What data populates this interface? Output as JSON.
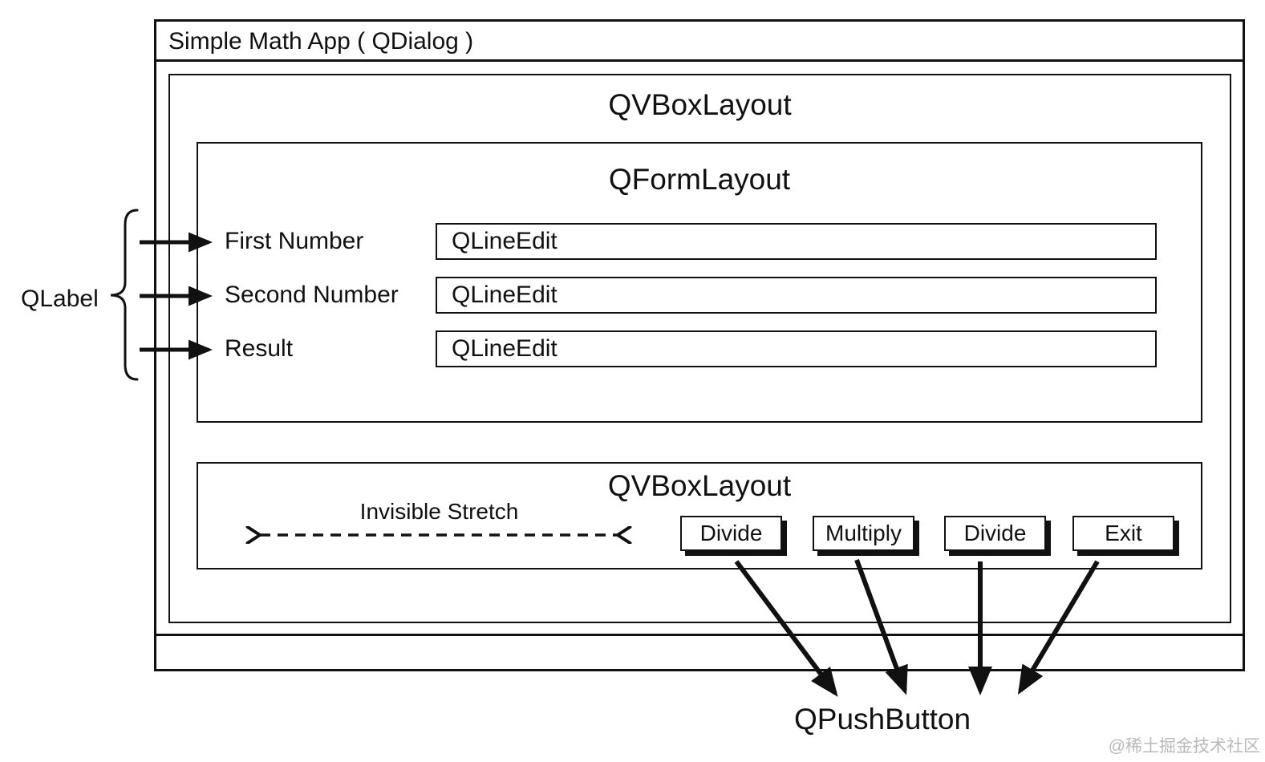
{
  "dialog": {
    "title": "Simple Math App ( QDialog )",
    "vbox_label": "QVBoxLayout",
    "form": {
      "label": "QFormLayout",
      "rows": [
        {
          "label": "First Number",
          "field": "QLineEdit"
        },
        {
          "label": "Second Number",
          "field": "QLineEdit"
        },
        {
          "label": "Result",
          "field": "QLineEdit"
        }
      ]
    },
    "buttons_box": {
      "label": "QVBoxLayout",
      "stretch_label": "Invisible Stretch",
      "buttons": [
        {
          "label": "Divide"
        },
        {
          "label": "Multiply"
        },
        {
          "label": "Divide"
        },
        {
          "label": "Exit"
        }
      ]
    }
  },
  "annotations": {
    "qlabel_label": "QLabel",
    "qpushbutton_label": "QPushButton"
  },
  "watermark": {
    "text": "@稀土掘金技术社区"
  },
  "colors": {
    "line": "#111111",
    "background": "#ffffff",
    "button_shadow": "#111111",
    "watermark": "#b9b9b9"
  }
}
